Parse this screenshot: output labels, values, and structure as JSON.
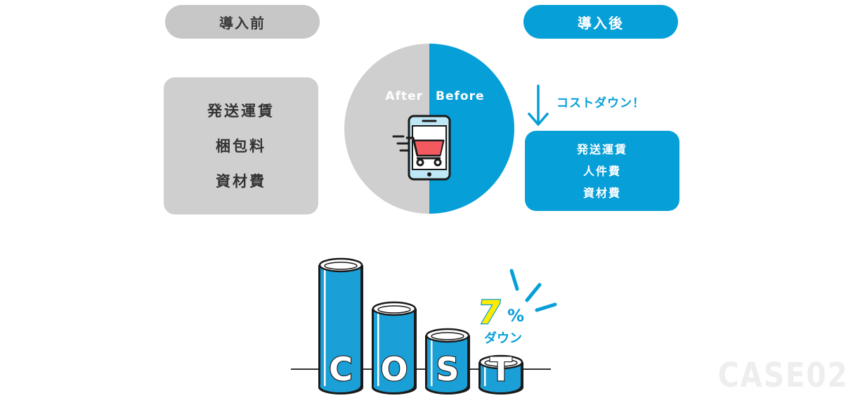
{
  "before": {
    "pill_label": "導入前",
    "items": [
      "発送運賃",
      "梱包料",
      "資材費"
    ],
    "color": "#d0cfd0"
  },
  "after": {
    "pill_label": "導入後",
    "items": [
      "発送運賃",
      "人件費",
      "資材費"
    ],
    "color": "#079fd8"
  },
  "center_circle": {
    "left_label": "After",
    "right_label": "Before",
    "icon": "smartphone-cart-icon",
    "cart_color": "#f25a5f"
  },
  "cost_down_note": {
    "label": "コストダウン！",
    "icon": "arrow-down-icon"
  },
  "cost_bars": {
    "letters": [
      "C",
      "O",
      "S",
      "T"
    ],
    "levels": [
      4,
      3,
      2,
      1
    ],
    "percent_value": "7",
    "percent_sign": "%",
    "down_label": "ダウン",
    "accent_yellow": "#ffec00",
    "bar_color": "#1a9fd6"
  },
  "watermark": "CASE02"
}
